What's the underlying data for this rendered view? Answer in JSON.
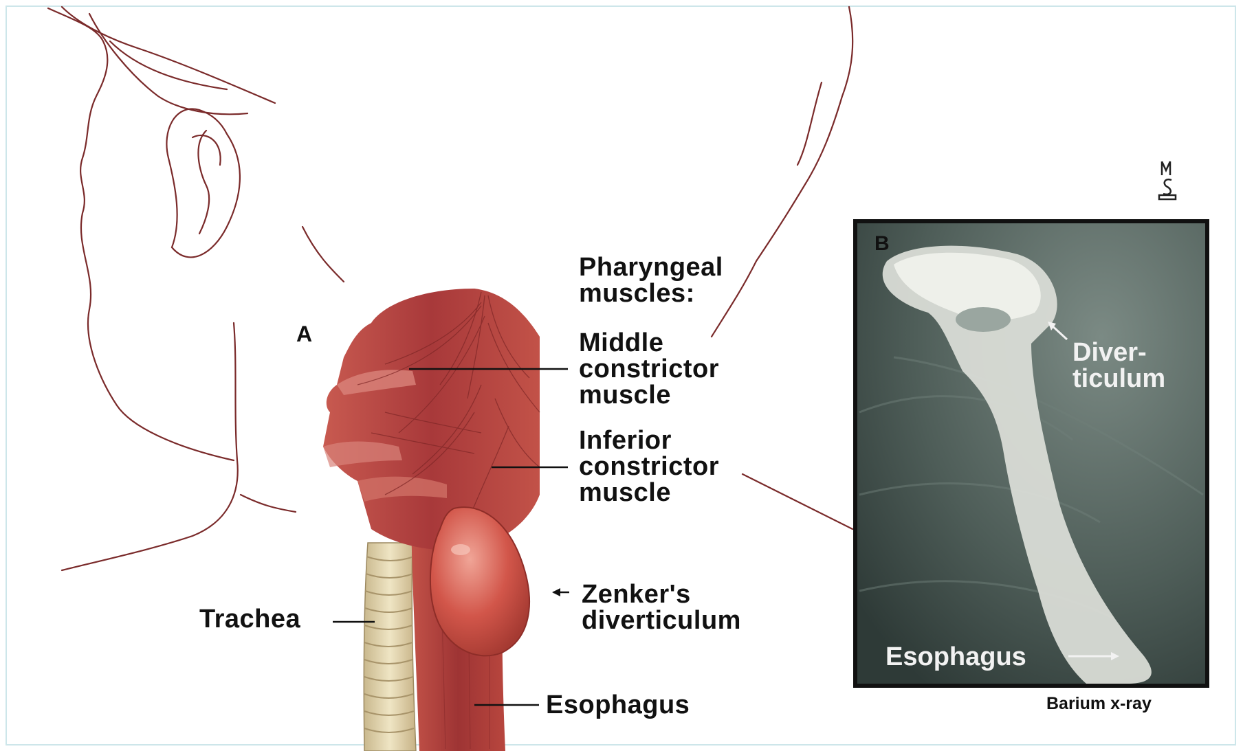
{
  "panels": {
    "a": {
      "letter": "A"
    },
    "b": {
      "letter": "B"
    }
  },
  "labels": {
    "pharyngeal_heading": "Pharyngeal\nmuscles:",
    "middle_constrictor": "Middle\nconstrictor\nmuscle",
    "inferior_constrictor": "Inferior\nconstrictor\nmuscle",
    "zenkers": "Zenker's\ndiverticulum",
    "trachea": "Trachea",
    "esophagus": "Esophagus"
  },
  "xray": {
    "diverticulum": "Diver-\nticulum",
    "esophagus": "Esophagus",
    "caption": "Barium x-ray"
  },
  "colors": {
    "muscle": "#b5453f",
    "muscle_light": "#d9837a",
    "diverticulum": "#d2564a",
    "trachea": "#e8dcb8",
    "sketch": "#7a2a2a",
    "xray_bg": "#4d5d58",
    "border": "#cde6ea"
  }
}
